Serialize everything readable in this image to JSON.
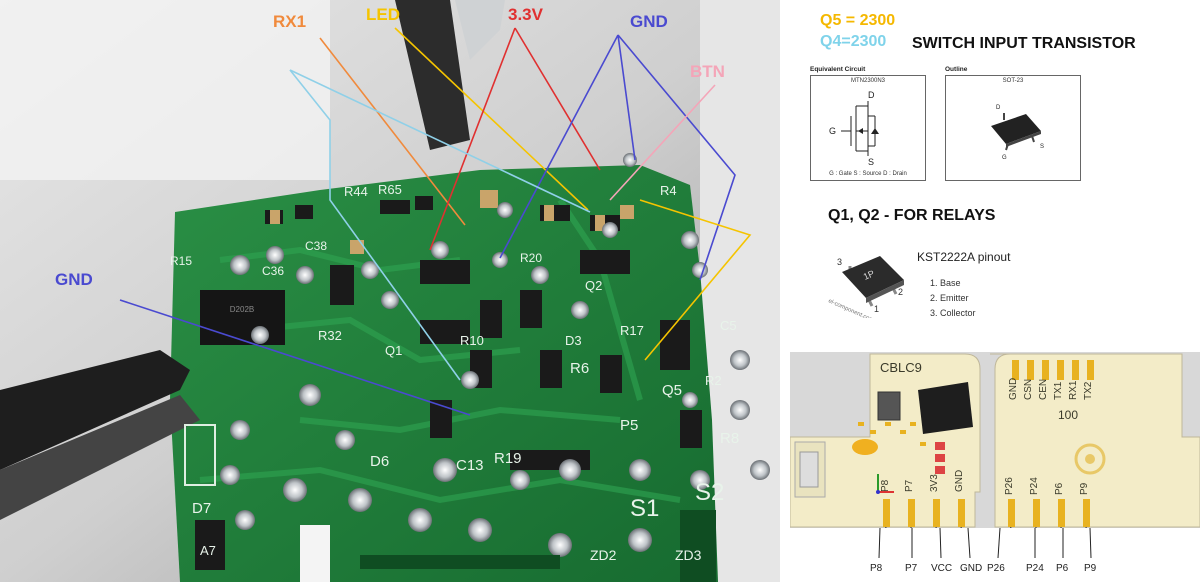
{
  "photo": {
    "annotations": {
      "rx1": "RX1",
      "led": "LED",
      "v33": "3.3V",
      "gnd_top": "GND",
      "btn": "BTN",
      "gnd_left": "GND"
    },
    "board_marks": {
      "s1": "S1",
      "s2": "S2",
      "d6": "D6",
      "d7": "D7",
      "c13": "C13",
      "r19": "R19",
      "r20": "R20",
      "q5": "Q5",
      "r8": "R8",
      "p5": "P5",
      "r6": "R6",
      "r32": "R32",
      "r44": "R44",
      "r65": "R65",
      "r15": "R15",
      "c36": "C36",
      "c38": "C38",
      "d3": "D3",
      "r10": "R10",
      "r17": "R17",
      "q2": "Q2",
      "q1": "Q1",
      "r2": "R2",
      "c5": "C5",
      "r4": "R4",
      "a7": "A7",
      "zd2": "ZD2",
      "zd3": "ZD3",
      "ic": "D202B"
    },
    "colors": {
      "rx1": "#f08a3c",
      "led": "#f5c400",
      "v33": "#e03030",
      "gnd": "#4a4ad0",
      "btn": "#f4a5b8",
      "cyan": "#8fd0e8",
      "board": "#1f7a3a"
    }
  },
  "info": {
    "q5_label": "Q5 = 2300",
    "q4_label": "Q4=2300",
    "switch_title": "SWITCH INPUT TRANSISTOR",
    "equivalent_circuit_label": "Equivalent Circuit",
    "outline_label": "Outline",
    "equiv_caption": "MTN2300N3",
    "outline_caption": "SOT-23",
    "pin_d": "D",
    "pin_g": "G",
    "pin_s": "S",
    "legend": "G : Gate   S : Source   D : Drain",
    "relay_title": "Q1, Q2 - FOR RELAYS",
    "kst_title": "KST2222A pinout",
    "pins": [
      "1. Base",
      "2. Emitter",
      "3. Collector"
    ],
    "chip_mark": "1P",
    "pin_nums": [
      "3",
      "2",
      "1"
    ],
    "watermark": "el-component.com"
  },
  "module": {
    "front": {
      "chip_label": "CBLC9",
      "pads_top": [
        "P8",
        "P7",
        "3V3",
        "GND"
      ],
      "pin_labels": [
        "P8",
        "P7",
        "VCC",
        "GND"
      ]
    },
    "back": {
      "pads_top": [
        "GND",
        "CSN",
        "CEN",
        "TX1",
        "RX1",
        "TX2"
      ],
      "number": "100",
      "pads_bottom": [
        "P26",
        "P24",
        "P6",
        "P9"
      ],
      "pin_labels": [
        "P26",
        "P24",
        "P6",
        "P9"
      ]
    },
    "colors": {
      "board": "#f3ecc8",
      "pad": "#e8b220"
    }
  }
}
